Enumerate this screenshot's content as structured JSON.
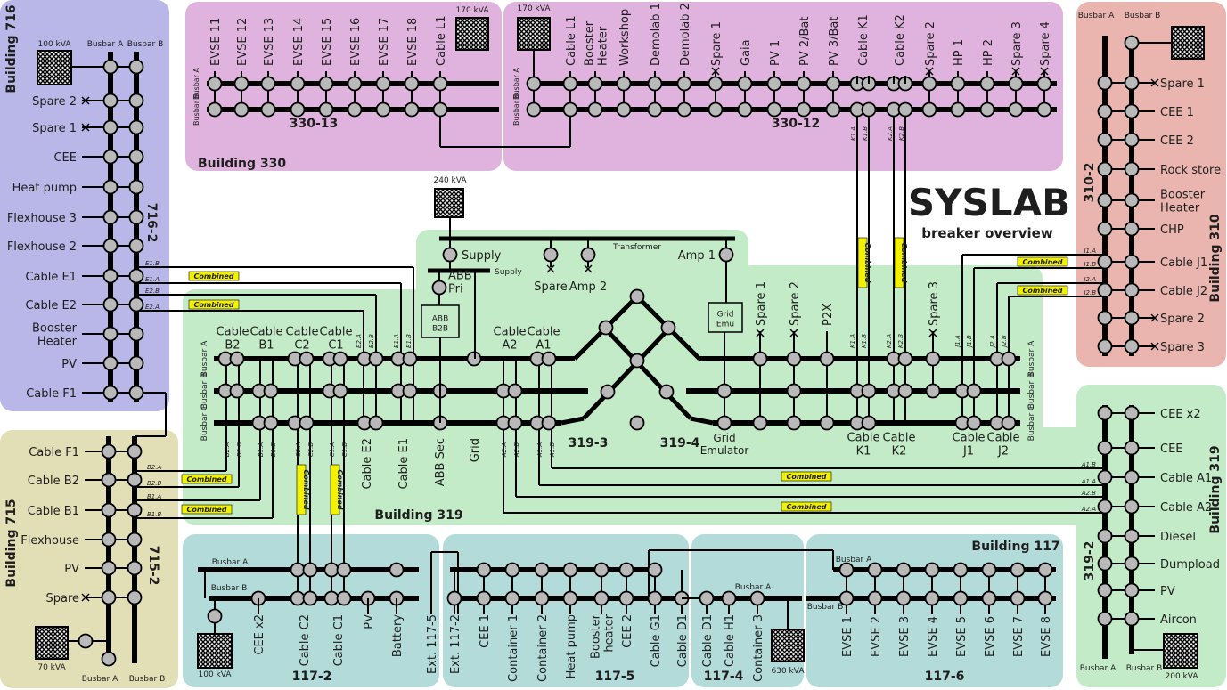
{
  "title": "SYSLAB",
  "subtitle": "breaker overview",
  "combined": "Combined",
  "b716": {
    "building": "Building 716",
    "section": "716-2",
    "busbar_a": "Busbar A",
    "busbar_b": "Busbar B",
    "kva": "100 kVA",
    "feeders": [
      "Spare 2",
      "Spare 1",
      "CEE",
      "Heat pump",
      "Flexhouse 3",
      "Flexhouse 2",
      "Cable E1",
      "Cable E2",
      [
        "Booster",
        "Heater"
      ],
      "PV",
      "Cable F1"
    ],
    "terminals": [
      "E1.B",
      "E1.A",
      "E2.B",
      "E2.A"
    ]
  },
  "b715": {
    "building": "Building 715",
    "section": "715-2",
    "busbar_a": "Busbar A",
    "busbar_b": "Busbar B",
    "kva": "70 kVA",
    "feeders": [
      "Cable F1",
      "Cable B2",
      "Cable B1",
      "Flexhouse",
      "PV",
      "Spare"
    ],
    "terminals": [
      "B2.A",
      "B2.B",
      "B1.A",
      "B1.B"
    ]
  },
  "b330": {
    "building": "Building 330",
    "busbar_a": "Busbar A",
    "busbar_b": "Busbar B",
    "section_13": "330-13",
    "section_12": "330-12",
    "kva_13": "170 kVA",
    "kva_12": "170 kVA",
    "feeders_13": [
      "EVSE 11",
      "EVSE 12",
      "EVSE 13",
      "EVSE 14",
      "EVSE 15",
      "EVSE 16",
      "EVSE 17",
      "EVSE 18",
      "Cable L1"
    ],
    "feeders_12": [
      "Cable L1",
      [
        "Booster",
        "Heater"
      ],
      "Workshop",
      "Demolab 1",
      "Demolab 2",
      "Spare 1",
      "Gaia",
      "PV 1",
      "PV 2/Bat",
      "PV 3/Bat",
      "Cable K1",
      "Cable K2",
      "Spare 2",
      "HP 1",
      "HP 2",
      "Spare 3",
      "Spare 4"
    ],
    "terminals": [
      "K1.A",
      "K1.B",
      "K2.A",
      "K2.B"
    ]
  },
  "b310": {
    "building": "Building 310",
    "section": "310-2",
    "busbar_a": "Busbar A",
    "busbar_b": "Busbar B",
    "feeders": [
      "Spare 1",
      "CEE 1",
      "CEE 2",
      "Rock store",
      [
        "Booster",
        "Heater"
      ],
      "CHP",
      "Cable J1",
      "Cable J2",
      "Spare 2",
      "Spare 3"
    ],
    "terminals": [
      "J1.A",
      "J1.B",
      "J2.A",
      "J2.B"
    ]
  },
  "b319_2": {
    "building": "Building 319",
    "section": "319-2",
    "busbar_a": "Busbar A",
    "busbar_b": "Busbar B",
    "kva": "200 kVA",
    "feeders": [
      "CEE x2",
      "CEE",
      "Cable A1",
      "Cable A2",
      "Diesel",
      "Dumpload",
      "PV",
      "Aircon"
    ],
    "terminals": [
      "A1.B",
      "A1.A",
      "A2.B",
      "A2.A"
    ]
  },
  "b319": {
    "building": "Building 319",
    "busbar_a": "Busbar A",
    "busbar_b": "Busbar B",
    "busbar_c": "Busbar C",
    "section_3": "319-3",
    "section_4": "319-4",
    "top_cables": [
      [
        "Cable",
        "B2"
      ],
      [
        "Cable",
        "B1"
      ],
      [
        "Cable",
        "C2"
      ],
      [
        "Cable",
        "C1"
      ],
      [
        "Cable",
        "A2"
      ],
      [
        "Cable",
        "A1"
      ]
    ],
    "bottom_left": [
      "Cable E2",
      "Cable E1",
      "ABB Sec",
      "Grid"
    ],
    "terminals_low": [
      "B2.A",
      "B2.B",
      "B1.A",
      "B1.B",
      "C2.A",
      "C2.B",
      "C1.A",
      "C1.B",
      "A2.A",
      "A2.B",
      "A1.A",
      "A1.B"
    ],
    "terminals_high": [
      "E2.A",
      "E2.B",
      "E1.A",
      "E1.B",
      "K1.A",
      "K1.B",
      "K2.A",
      "K2.B",
      "J1.A",
      "J1.B",
      "J2.A",
      "J2.B"
    ],
    "kva": "240 kVA",
    "transformer": "Transformer",
    "supply_breaker": "Supply",
    "supply_bus": "Supply",
    "abb_pri": [
      "ABB",
      "Pri"
    ],
    "abb_b2b": [
      "ABB",
      "B2B"
    ],
    "spare": "Spare",
    "amp2": "Amp 2",
    "amp1": "Amp 1",
    "grid_emu": [
      "Grid",
      "Emu"
    ],
    "grid_emulator": [
      "Grid",
      "Emulator"
    ],
    "top_right": [
      "Spare 1",
      "Spare 2",
      "P2X",
      "Spare 3"
    ],
    "bottom_right": [
      [
        "Cable",
        "K1"
      ],
      [
        "Cable",
        "K2"
      ],
      [
        "Cable",
        "J1"
      ],
      [
        "Cable",
        "J2"
      ]
    ]
  },
  "b117": {
    "building": "Building 117",
    "busbar_a": "Busbar A",
    "busbar_b": "Busbar B",
    "sections": [
      "117-2",
      "117-5",
      "117-4",
      "117-6"
    ],
    "kva_2": "100 kVA",
    "kva_4": "630 kVA",
    "feeders_2": [
      "CEE x2",
      "Cable C2",
      "Cable C1",
      "PV",
      "Battery",
      "Ext. 117-5"
    ],
    "feeders_5": [
      "Ext. 117-2",
      "CEE 1",
      "Container 1",
      "Container 2",
      "Heat pump",
      [
        "Booster",
        "heater"
      ],
      "CEE 2",
      "Cable G1",
      "Cable D1"
    ],
    "feeders_4": [
      "Cable D1",
      "Cable H1",
      "Container 3"
    ],
    "feeders_6": [
      "EVSE 1",
      "EVSE 2",
      "EVSE 3",
      "EVSE 4",
      "EVSE 5",
      "EVSE 6",
      "EVSE 7",
      "EVSE 8"
    ]
  },
  "colors": {
    "b716": "#b9b7e7",
    "b330": "#e0b3df",
    "b310": "#eab5af",
    "b319": "#c4ebc7",
    "b715": "#e2dfb6",
    "b117": "#b3dbda",
    "breaker": "#b9b9b9",
    "combined": "#f2f200"
  }
}
